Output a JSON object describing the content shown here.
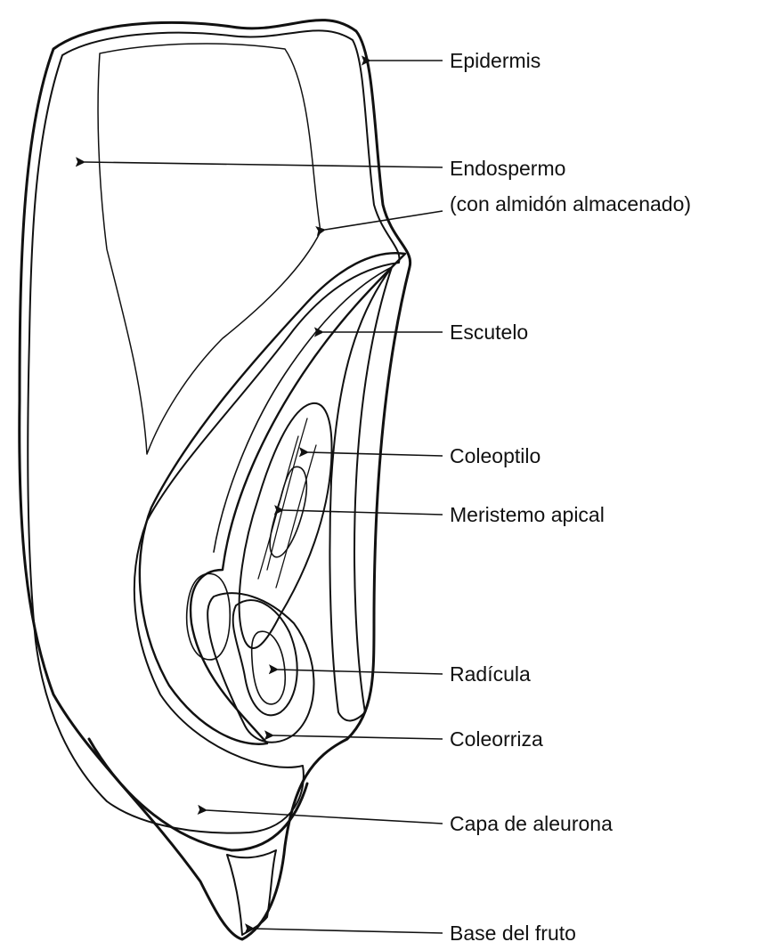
{
  "labels": {
    "epidermis": "Epidermis",
    "endospermo_1": "Endospermo",
    "endospermo_2": "(con almidón almacenado)",
    "escutelo": "Escutelo",
    "coleoptilo": "Coleoptilo",
    "meristemo": "Meristemo apical",
    "radicula": "Radícula",
    "coleorriza": "Coleorriza",
    "aleurona": "Capa de aleurona",
    "base": "Base del fruto"
  },
  "colors": {
    "ink": "#111111",
    "paper": "#ffffff"
  }
}
